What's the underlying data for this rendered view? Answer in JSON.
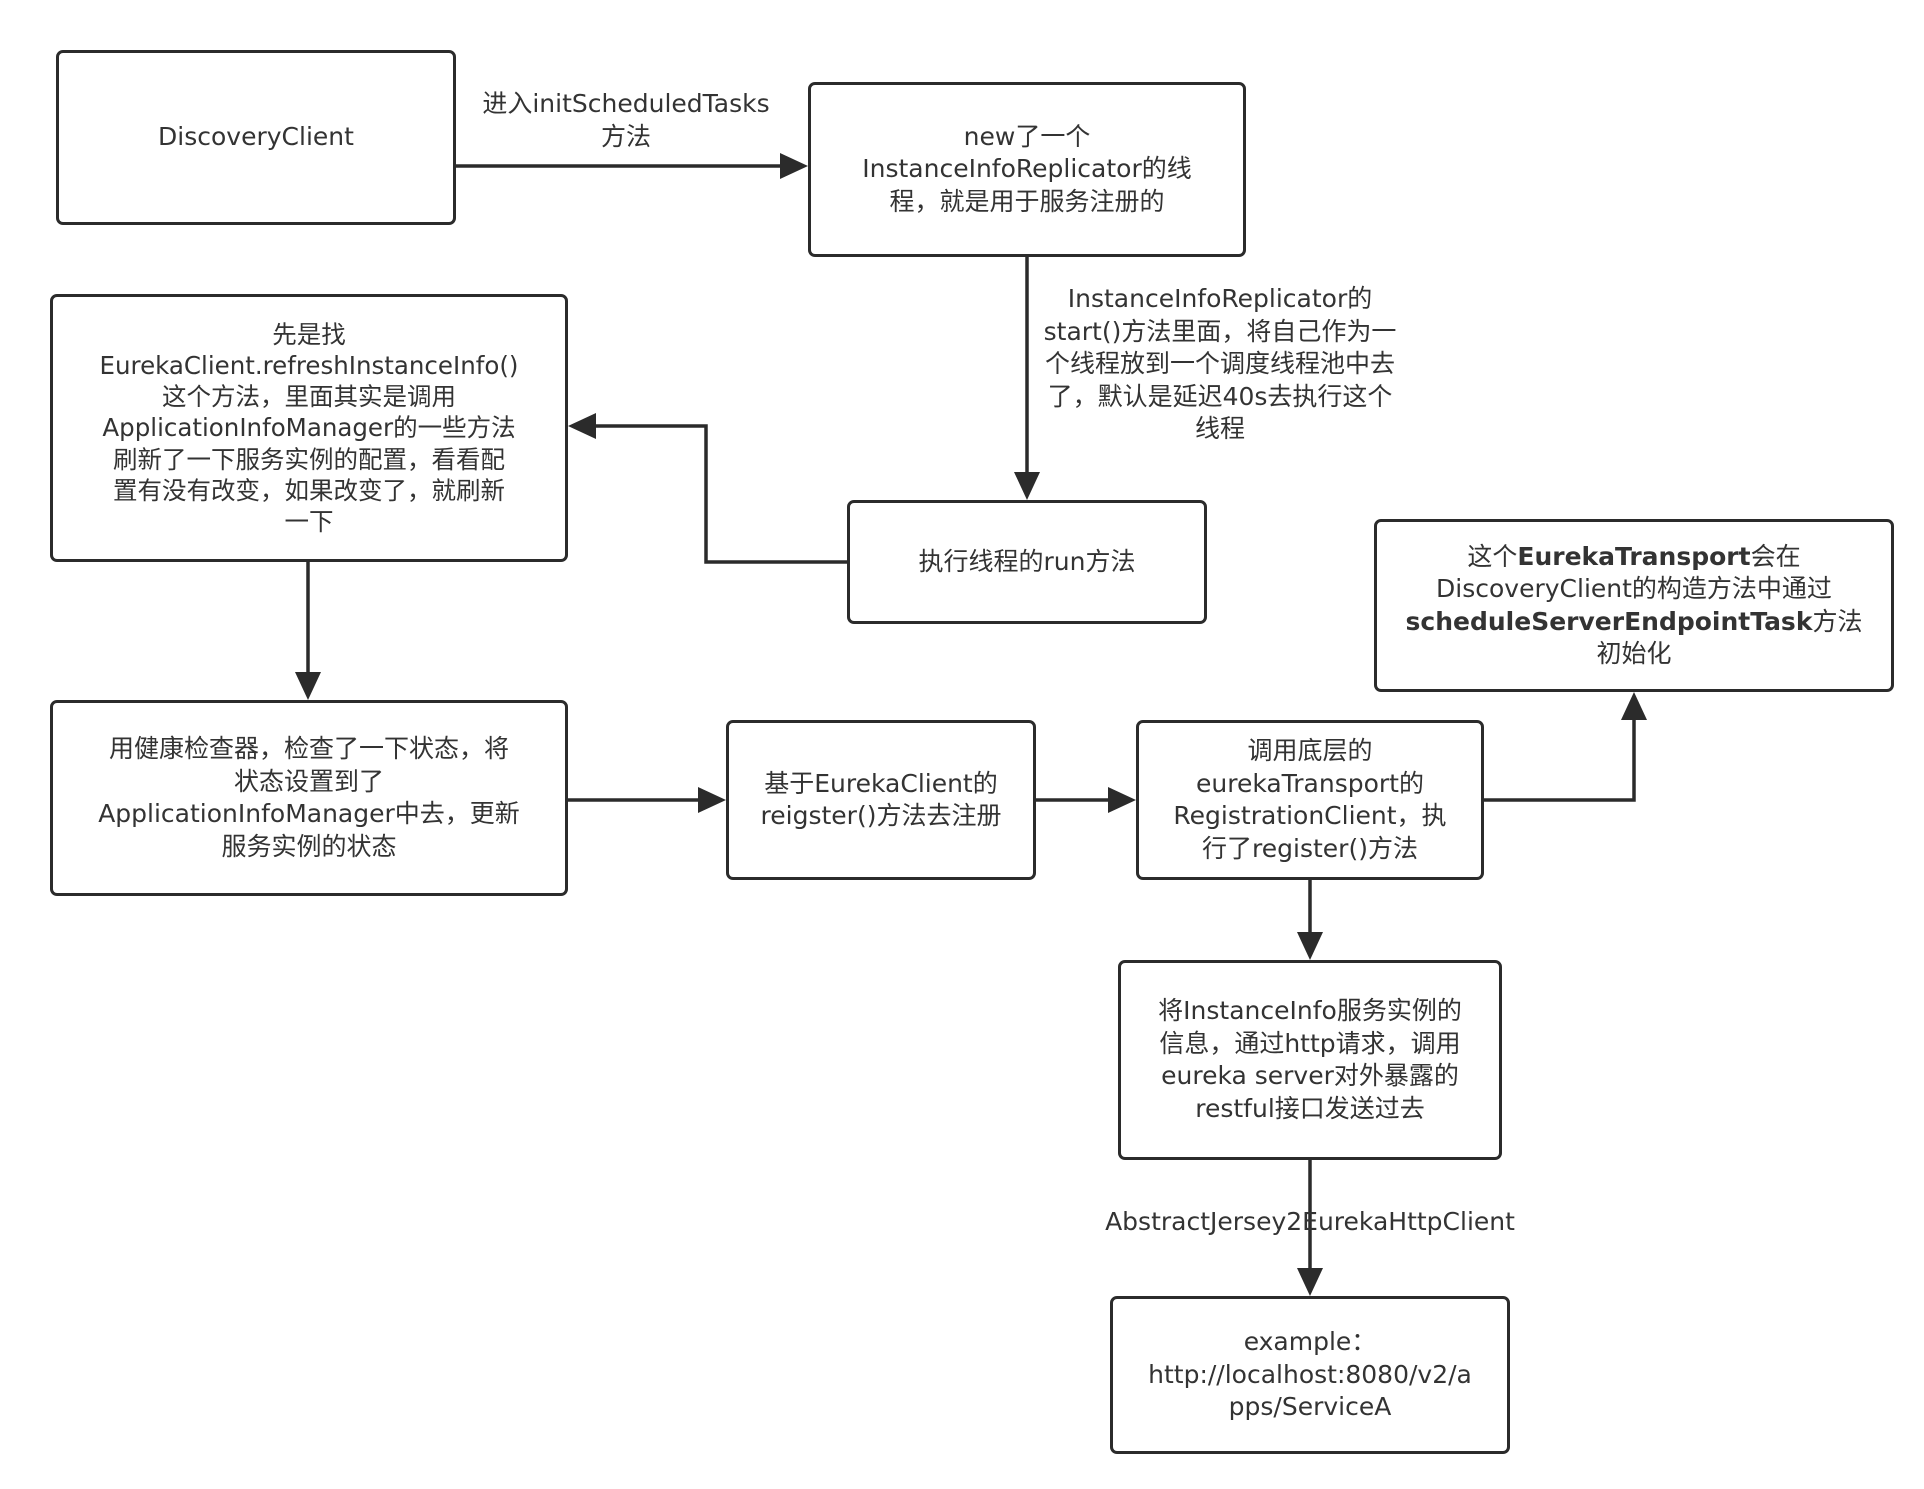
{
  "colors": {
    "stroke": "#2b2b2b",
    "text": "#333333",
    "background": "#ffffff"
  },
  "nodes": {
    "discovery_client": "DiscoveryClient",
    "new_replicator": "new了一个\nInstanceInfoReplicator的线\n程，就是用于服务注册的",
    "refresh_instance_info": "先是找\nEurekaClient.refreshInstanceInfo()\n这个方法，里面其实是调用\nApplicationInfoManager的一些方法\n刷新了一下服务实例的配置，看看配\n置有没有改变，如果改变了，就刷新\n一下",
    "run_method": "执行线程的run方法",
    "transport_init": {
      "part1": "这个",
      "bold1": "EurekaTransport",
      "part2": "会在\nDiscoveryClient的构造方法中通过\n",
      "bold2": "scheduleServerEndpointTask",
      "part3": "方法\n初始化"
    },
    "health_check": "用健康检查器，检查了一下状态，将\n状态设置到了\nApplicationInfoManager中去，更新\n服务实例的状态",
    "register_call": "基于EurekaClient的\nreigster()方法去注册",
    "registration_client": "调用底层的\neurekaTransport的\nRegistrationClient，执\n行了register()方法",
    "http_request": "将InstanceInfo服务实例的\n信息，通过http请求，调用\neureka server对外暴露的\nrestful接口发送过去",
    "example": "example：\nhttp://localhost:8080/v2/a\npps/ServiceA"
  },
  "edges": {
    "init_scheduled_tasks": "进入initScheduledTasks\n方法",
    "replicator_start": "InstanceInfoReplicator的\nstart()方法里面，将自己作为一\n个线程放到一个调度线程池中去\n了，默认是延迟40s去执行这个\n线程",
    "jersey_client": "AbstractJersey2EurekaHttpClient"
  }
}
